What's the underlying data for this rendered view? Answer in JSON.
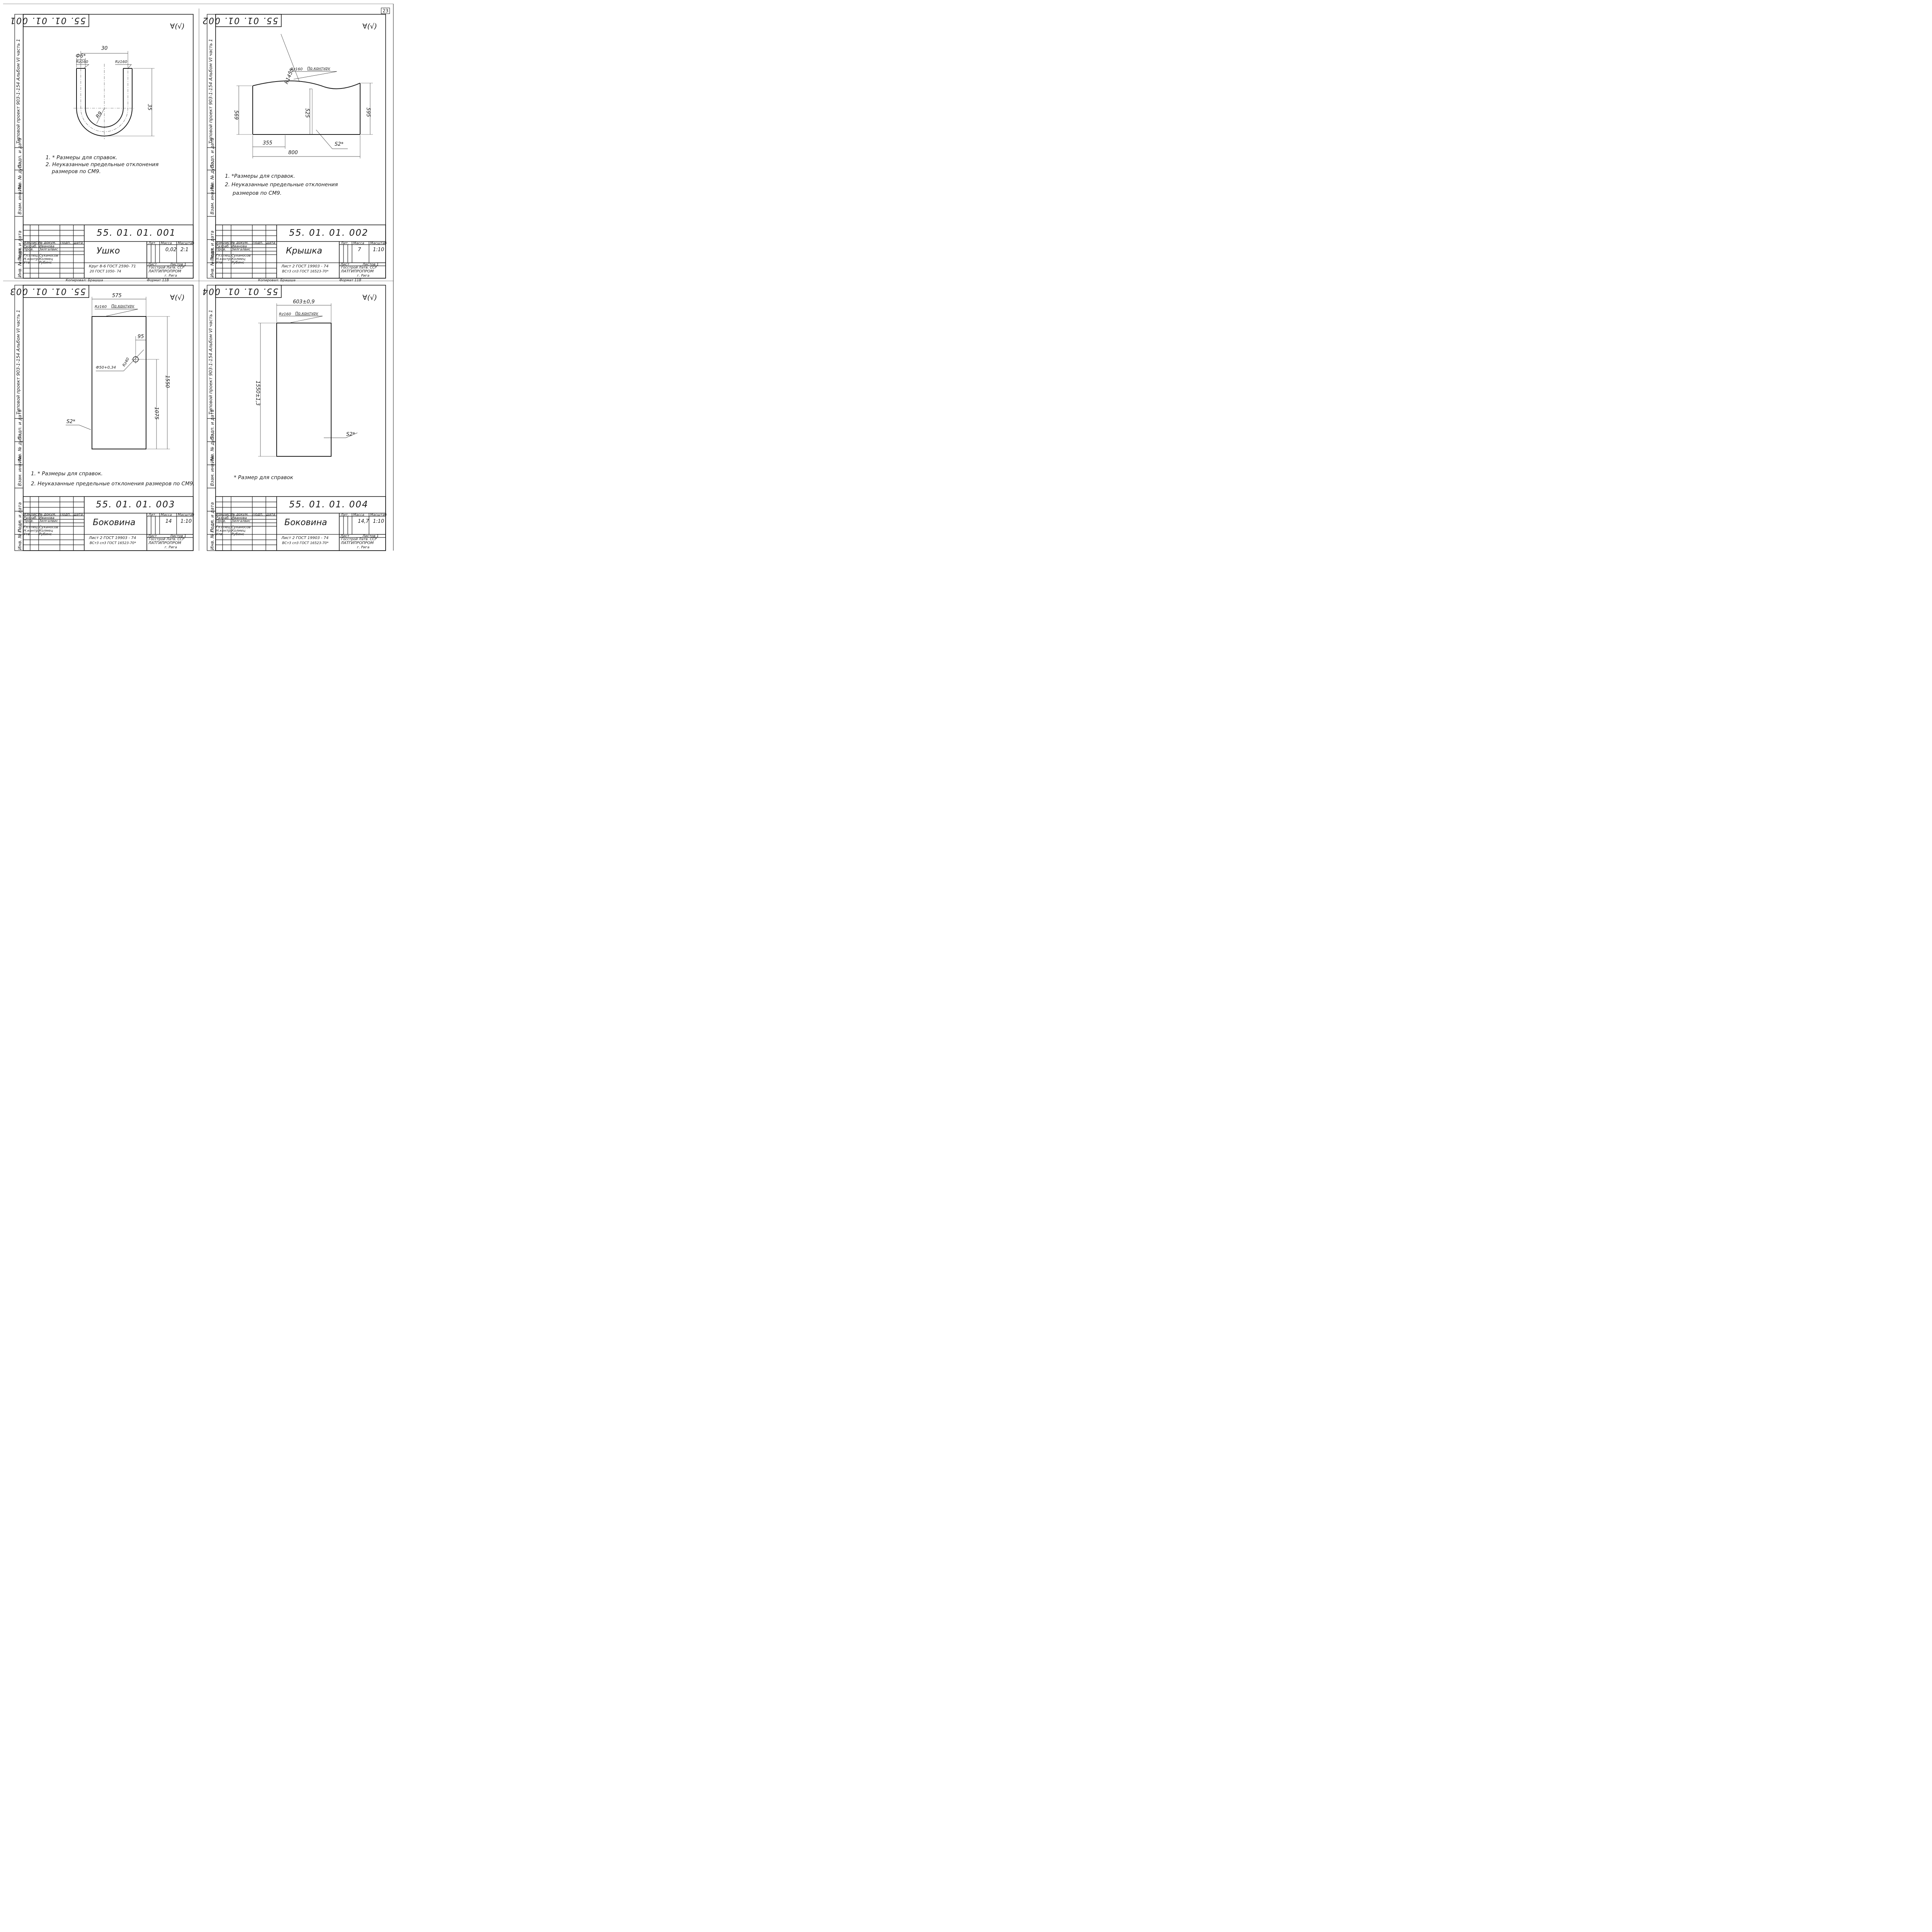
{
  "page_number": "23",
  "common": {
    "side_stamp": "Типовой проект 903-1-154 Альбом VI часть 1",
    "side_cells": [
      "Инв. № подл.",
      "Подп. и дата",
      "Взам. инв. №",
      "Инв. № дубл.",
      "Подп. и дата"
    ],
    "surface_symbol": "∀(√)",
    "title_block": {
      "row_labels": [
        "Изм.",
        "Лист",
        "№ докум.",
        "Подп.",
        "Дата"
      ],
      "roles": [
        "Разраб.",
        "Пров.",
        "",
        "Гл.спец.",
        "Н.контр.",
        "Утв."
      ],
      "names": [
        "Иванова",
        "Зилгалвис",
        "",
        "Суханосов",
        "Колмец",
        "Рубинс"
      ],
      "col_lit": "Лит.",
      "col_mass": "Масса",
      "col_scale": "Масштаб",
      "sheet_label": "Лист",
      "sheets_label": "Листов 1",
      "org_top": "Госстрой Латв. ССР",
      "org": "ЛАТГИПРОПРОМ",
      "org_city": "г. Рига",
      "copied": "Копировал: Брашша",
      "format": "Формат 11В"
    }
  },
  "sheets": [
    {
      "id": "001",
      "code": "55. 01. 01. 001",
      "code_flipped": "55. 01. 01. 001",
      "name": "Ушко",
      "mass": "0,02",
      "scale": "2:1",
      "material_top": "Круг 8-6 ГОСТ 2590- 71",
      "material_bottom": "20 ГОСТ 1050- 74",
      "dims": {
        "width": "30",
        "dia": "Ф6*",
        "rz_left": "Rz160",
        "rz_right": "Rz160",
        "radius": "R9",
        "height": "35"
      },
      "notes": [
        "1. * Размеры для  справок.",
        "2. Неуказанные предельные отклонения",
        "размеров по  СМ9."
      ]
    },
    {
      "id": "002",
      "code": "55. 01. 01. 002",
      "code_flipped": "55. 01. 01. 002",
      "name": "Крышка",
      "mass": "7",
      "scale": "1:10",
      "material_top": "Лист 2  ГОСТ 19903 - 74",
      "material_bottom": "ВСт3 сп3 ГОСТ 16523-70*",
      "dims": {
        "radius": "R1455",
        "rz": "Rz160",
        "contour": "По контуру",
        "left_h": "569",
        "mid_h": "525",
        "right_h": "595",
        "offset": "355",
        "width": "800",
        "thick": "S2*"
      },
      "notes": [
        "1. *Размеры для  справок.",
        "2. Неуказанные предельные отклонения",
        "размеров по  СМ9."
      ]
    },
    {
      "id": "003",
      "code": "55. 01. 01. 003",
      "code_flipped": "55. 01. 01. 003",
      "name": "Боковина",
      "mass": "14",
      "scale": "1:10",
      "material_top": "Лист 2  ГОСТ 19903 - 74",
      "material_bottom": "ВСт3 сп3 ГОСТ 16523-70*",
      "dims": {
        "width": "575",
        "rz": "Rz160",
        "contour": "По контуру",
        "hole_offset": "95",
        "hole": "Ф50+0,34",
        "hole_rz": "Rz40",
        "height": "1550",
        "hole_h": "1075",
        "thick": "S2*"
      },
      "notes": [
        "1. * Размеры  для  справок.",
        "2.  Неуказанные предельные отклонения размеров по СМ9."
      ]
    },
    {
      "id": "004",
      "code": "55. 01. 01. 004",
      "code_flipped": "55. 01. 01. 004",
      "name": "Боковина",
      "mass": "14,7",
      "scale": "1:10",
      "material_top": "Лист 2  ГОСТ 19903 - 74",
      "material_bottom": "ВСт3 сп3 ГОСТ 16523-70*",
      "dims": {
        "width": "603±0,9",
        "rz": "Rz160",
        "contour": "По контуру",
        "height": "1550±1,3",
        "thick": "S2*"
      },
      "notes": [
        "* Размер  для  справок"
      ]
    }
  ]
}
